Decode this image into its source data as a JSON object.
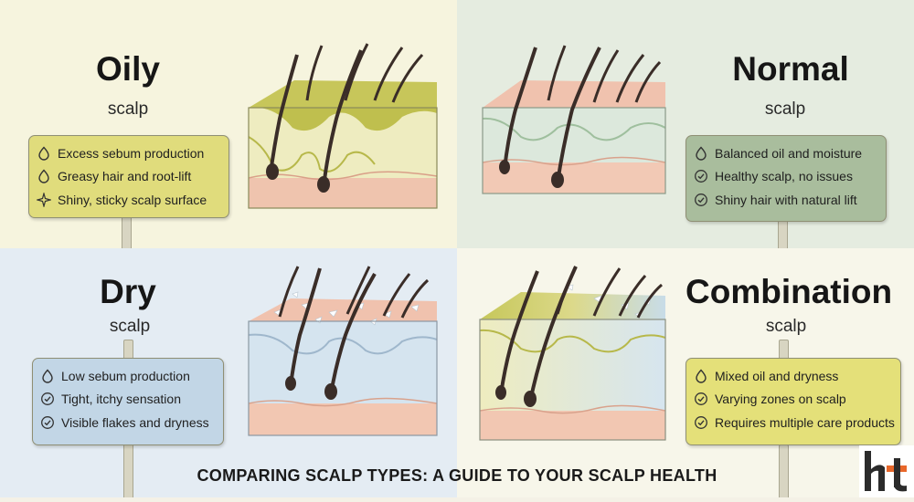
{
  "footer_title": "COMPARING SCALP TYPES: A GUIDE TO YOUR SCALP HEALTH",
  "colors": {
    "oily_bg": "#f6f4de",
    "normal_bg": "#e5ece0",
    "dry_bg": "#e4ecf3",
    "combo_bg": "#f7f6ea",
    "oily_sign": "#e0dc7c",
    "normal_sign": "#a9bd9d",
    "dry_sign": "#c2d6e6",
    "combo_sign": "#e4e079",
    "logo_dark": "#2b2b2b",
    "logo_accent": "#e8672a"
  },
  "panels": {
    "oily": {
      "title": "Oily",
      "subtitle": "scalp",
      "items": [
        {
          "icon": "droplet-icon",
          "text": "Excess sebum production"
        },
        {
          "icon": "droplet-icon",
          "text": "Greasy hair and root-lift"
        },
        {
          "icon": "sparkle-icon",
          "text": "Shiny, sticky scalp surface"
        }
      ]
    },
    "normal": {
      "title": "Normal",
      "subtitle": "scalp",
      "items": [
        {
          "icon": "droplet-icon",
          "text": "Balanced oil and moisture"
        },
        {
          "icon": "check-circle-icon",
          "text": "Healthy scalp, no issues"
        },
        {
          "icon": "check-circle-icon",
          "text": "Shiny hair with natural lift"
        }
      ]
    },
    "dry": {
      "title": "Dry",
      "subtitle": "scalp",
      "items": [
        {
          "icon": "droplet-icon",
          "text": "Low sebum production"
        },
        {
          "icon": "check-circle-icon",
          "text": "Tight, itchy sensation"
        },
        {
          "icon": "check-circle-icon",
          "text": "Visible flakes and dryness"
        }
      ]
    },
    "combination": {
      "title": "Combination",
      "subtitle": "scalp",
      "items": [
        {
          "icon": "droplet-icon",
          "text": "Mixed oil and dryness"
        },
        {
          "icon": "check-circle-icon",
          "text": "Varying zones on scalp"
        },
        {
          "icon": "check-circle-icon",
          "text": "Requires multiple care products"
        }
      ]
    }
  }
}
